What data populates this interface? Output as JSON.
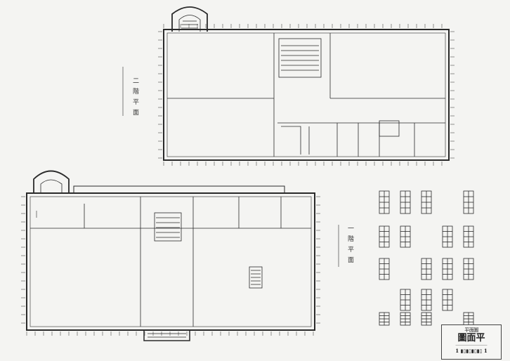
{
  "drawing": {
    "upper_plan_label": "二階平面",
    "lower_plan_label": "一階平面",
    "title_block": {
      "heading": "平面圖",
      "title": "圖面平",
      "scale_left": "1",
      "scale_right": "1"
    }
  },
  "colors": {
    "ink": "#2a2a2a",
    "paper": "#f4f4f2"
  }
}
